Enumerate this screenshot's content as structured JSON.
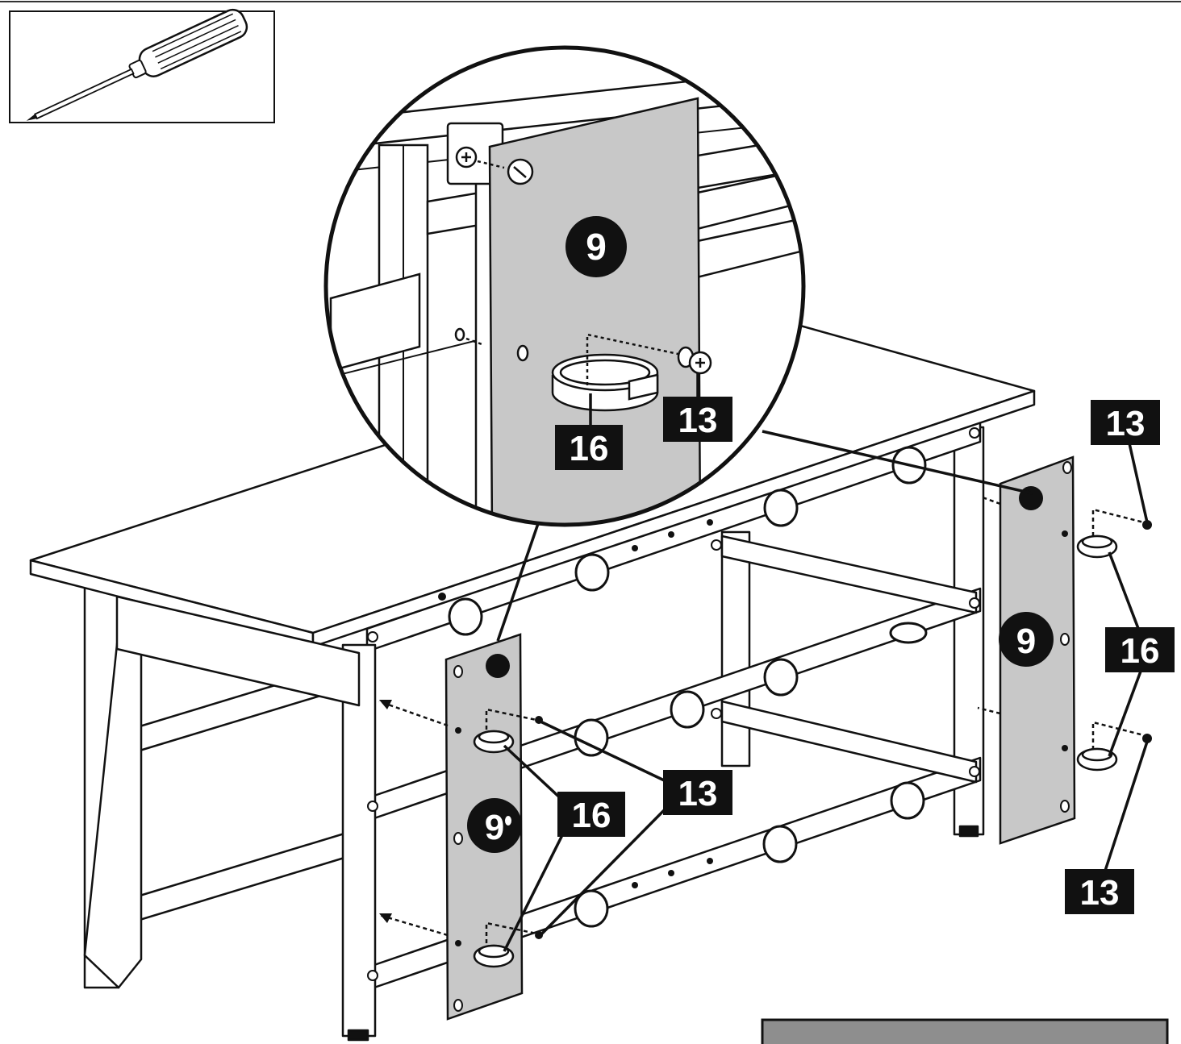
{
  "colors": {
    "ink": "#111111",
    "panel_gray": "#c8c8c8",
    "wood": "#ffffff",
    "label_bg": "#111111",
    "label_text": "#ffffff",
    "bottom_box": "#8e8e8e"
  },
  "tool": {
    "icon": "phillips-screwdriver-icon"
  },
  "detail": {
    "panel_part": "9",
    "ring_part": "16",
    "screw_part": "13"
  },
  "callouts": {
    "left_panel_part": "9",
    "left_ring_part": "16",
    "left_screw_part": "13",
    "right_panel_part": "9",
    "right_screw_top": "13",
    "right_ring_part": "16",
    "right_screw_bottom": "13"
  }
}
